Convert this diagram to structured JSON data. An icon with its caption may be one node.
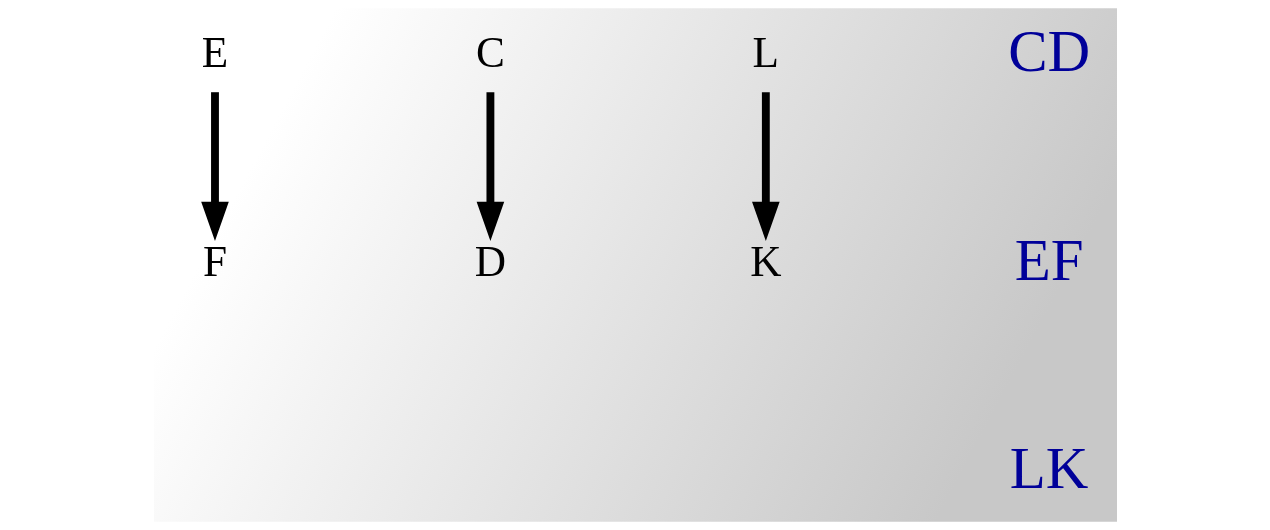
{
  "diagram": {
    "nodes": [
      {
        "text": [
          "E"
        ]
      },
      {
        "text": [
          "F"
        ]
      },
      {
        "text": [
          "D"
        ]
      },
      {
        "text": [
          "C"
        ]
      },
      {
        "text": [
          "L"
        ]
      },
      {
        "text": [
          "K"
        ]
      }
    ],
    "edges": [
      {
        "from": 0,
        "to": 1,
        "arrow": "to"
      },
      {
        "from": 3,
        "to": 2,
        "arrow": "to"
      },
      {
        "from": 4,
        "to": 5,
        "arrow": "to"
      }
    ],
    "labels": [
      "CD",
      "EF",
      "LK"
    ]
  }
}
